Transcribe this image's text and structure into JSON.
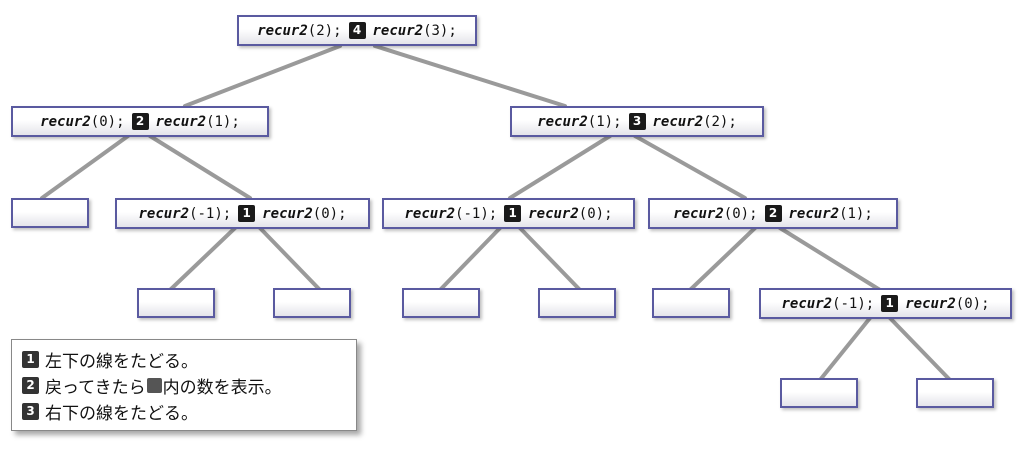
{
  "nodes": [
    {
      "id": "root",
      "call_left": "recur2",
      "arg_left": "(2);",
      "step": "4",
      "call_right": "recur2",
      "arg_right": "(3);"
    },
    {
      "id": "l",
      "call_left": "recur2",
      "arg_left": "(0);",
      "step": "2",
      "call_right": "recur2",
      "arg_right": "(1);"
    },
    {
      "id": "r",
      "call_left": "recur2",
      "arg_left": "(1);",
      "step": "3",
      "call_right": "recur2",
      "arg_right": "(2);"
    },
    {
      "id": "lr",
      "call_left": "recur2",
      "arg_left": "(-1);",
      "step": "1",
      "call_right": "recur2",
      "arg_right": "(0);"
    },
    {
      "id": "rl",
      "call_left": "recur2",
      "arg_left": "(-1);",
      "step": "1",
      "call_right": "recur2",
      "arg_right": "(0);"
    },
    {
      "id": "rr",
      "call_left": "recur2",
      "arg_left": "(0);",
      "step": "2",
      "call_right": "recur2",
      "arg_right": "(1);"
    },
    {
      "id": "rrr",
      "call_left": "recur2",
      "arg_left": "(-1);",
      "step": "1",
      "call_right": "recur2",
      "arg_right": "(0);"
    }
  ],
  "legend": [
    {
      "num": "1",
      "text": "左下の線をたどる。"
    },
    {
      "num": "2",
      "text_before": "戻ってきたら",
      "text_after": "内の数を表示。"
    },
    {
      "num": "3",
      "text": "右下の線をたどる。"
    }
  ],
  "colors": {
    "edge": "#9a9a9a",
    "node_border": "#5a5aa0"
  }
}
